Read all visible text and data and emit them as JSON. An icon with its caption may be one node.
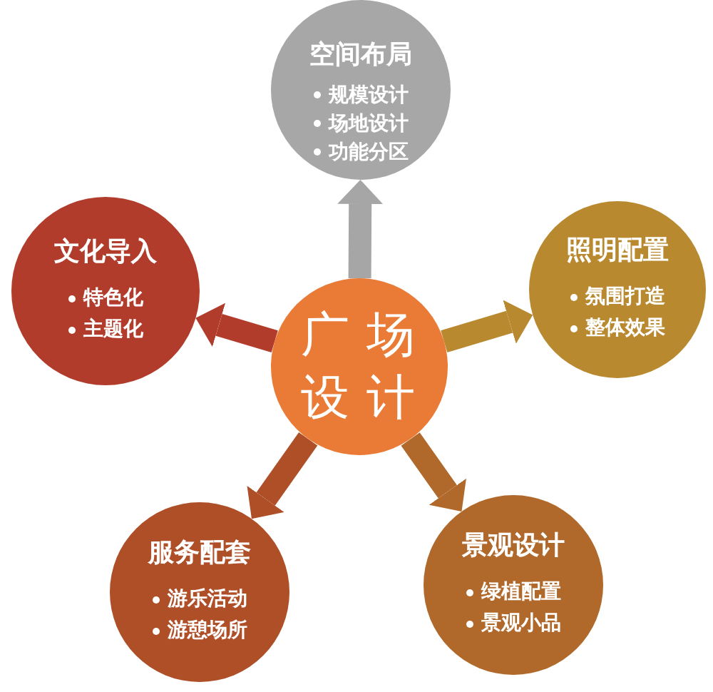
{
  "diagram": {
    "nodes": [
      {
        "text": [
          "空间布局",
          "规模设计",
          "场地设计",
          "功能分区"
        ]
      },
      {
        "text": [
          "文化导入",
          "特色化",
          "主题化"
        ]
      },
      {
        "text": [
          "照明配置",
          "氛围打造",
          "整体效果"
        ]
      },
      {
        "text": [
          "广场设计"
        ]
      },
      {
        "text": [
          "服务配套",
          "游乐活动",
          "游憩场所"
        ]
      },
      {
        "text": [
          "景观设计",
          "绿植配置",
          "景观小品"
        ]
      }
    ],
    "edges": [
      {
        "from": 3,
        "to": 0,
        "arrow": "to",
        "color": "#a6a6a6"
      },
      {
        "from": 3,
        "to": 1,
        "arrow": "to",
        "color": "#b23c2c"
      },
      {
        "from": 3,
        "to": 2,
        "arrow": "to",
        "color": "#b8892f"
      },
      {
        "from": 3,
        "to": 4,
        "arrow": "to",
        "color": "#ae4f28"
      },
      {
        "from": 3,
        "to": 5,
        "arrow": "to",
        "color": "#b0692a"
      }
    ]
  }
}
